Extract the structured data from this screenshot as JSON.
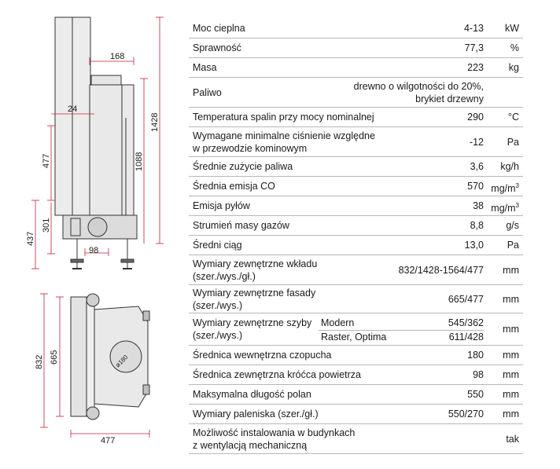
{
  "drawing": {
    "top_view": {
      "dims": [
        "168",
        "24",
        "1428",
        "1088",
        "477",
        "301",
        "437",
        "98"
      ]
    },
    "plan_view": {
      "dims": [
        "832",
        "665",
        "477",
        "ø180"
      ]
    },
    "colors": {
      "dimension": "#c0203a",
      "outline": "#333333",
      "fill": "#d9d9d9"
    }
  },
  "specs": [
    {
      "label": "Moc cieplna",
      "value": "4-13",
      "unit": "kW"
    },
    {
      "label": "Sprawność",
      "value": "77,3",
      "unit": "%"
    },
    {
      "label": "Masa",
      "value": "223",
      "unit": "kg"
    },
    {
      "label": "Paliwo",
      "value": "drewno o wilgotności do 20%,",
      "value2": "brykiet drzewny",
      "unit": ""
    },
    {
      "label": "Temperatura spalin przy mocy nominalnej",
      "value": "290",
      "unit": "°C"
    },
    {
      "label": "Wymagane minimalne ciśnienie względne",
      "label2": "w przewodzie kominowym",
      "value": "-12",
      "unit": "Pa"
    },
    {
      "label": "Średnie zużycie paliwa",
      "value": "3,6",
      "unit": "kg/h"
    },
    {
      "label": "Średnia emisja CO",
      "value": "570",
      "unit": "mg/m",
      "unit_sup": "3"
    },
    {
      "label": "Emisja pyłów",
      "value": "38",
      "unit": "mg/m",
      "unit_sup": "3"
    },
    {
      "label": "Strumień masy gazów",
      "value": "8,8",
      "unit": "g/s"
    },
    {
      "label": "Średni ciąg",
      "value": "13,0",
      "unit": "Pa"
    },
    {
      "label": "Wymiary zewnętrzne wkładu",
      "label2": "(szer./wys./gł.)",
      "value": "832/1428-1564/477",
      "unit": "mm"
    },
    {
      "label": "Wymiary zewnętrzne fasady",
      "label2": "(szer./wys.)",
      "value": "665/477",
      "unit": "mm"
    },
    {
      "label": "Wymiary zewnętrzne szyby",
      "label2": "(szer./wys.)",
      "sub1": "Modern",
      "sub1_value": "545/362",
      "sub2": "Raster, Optima",
      "sub2_value": "611/428",
      "unit": "mm"
    },
    {
      "label": "Średnica wewnętrzna czopucha",
      "value": "180",
      "unit": "mm"
    },
    {
      "label": "Średnica zewnętrzna króćca powietrza",
      "value": "98",
      "unit": "mm"
    },
    {
      "label": "Maksymalna długość polan",
      "value": "550",
      "unit": "mm"
    },
    {
      "label": "Wymiary paleniska (szer./gł.)",
      "value": "550/270",
      "unit": "mm"
    },
    {
      "label": "Możliwość instalowania w budynkach",
      "label2": "z wentylacją mechaniczną",
      "value": "",
      "unit": "tak"
    }
  ]
}
